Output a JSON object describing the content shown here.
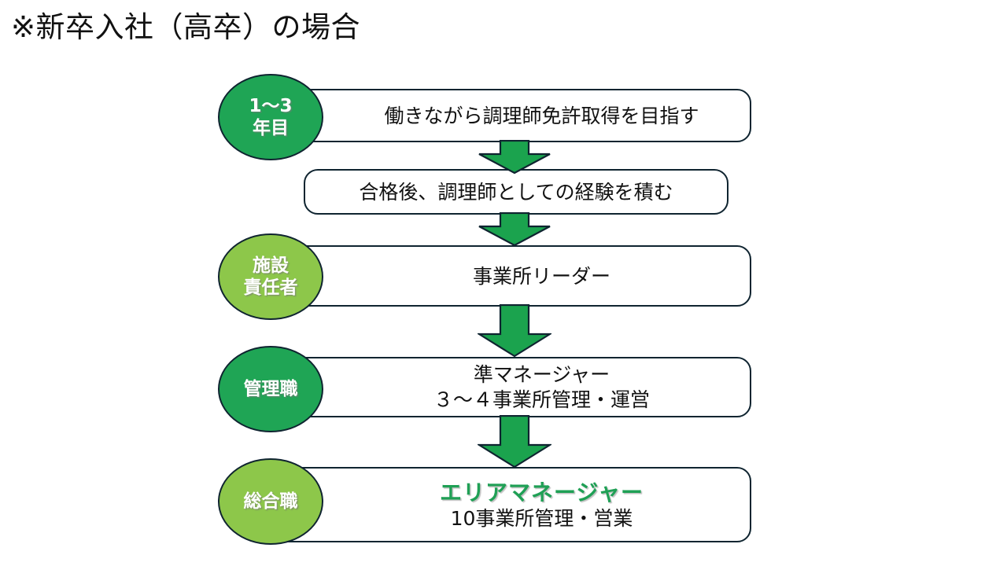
{
  "title": "※新卒入社（高卒）の場合",
  "colors": {
    "circle_dark_green": "#1fa555",
    "circle_light_green": "#8dc74a",
    "circle_outline": "#0f2430",
    "arrow_fill": "#1ba34e",
    "arrow_outline": "#0f2430",
    "box_outline": "#0f2430",
    "highlight_text": "#1fa055",
    "body_text": "#111111",
    "circle_text": "#ffffff",
    "background": "#ffffff"
  },
  "diagram": {
    "type": "vertical-flow",
    "steps": [
      {
        "id": "row1",
        "badge": {
          "present": true,
          "lines": [
            "1〜3",
            "年目"
          ],
          "fill": "#1fa555",
          "text_color": "#ffffff"
        },
        "box": {
          "lines": [
            "働きながら調理師免許取得を目指す"
          ],
          "highlight_first_line": false
        }
      },
      {
        "id": "row2",
        "badge": {
          "present": false,
          "lines": [],
          "fill": "",
          "text_color": ""
        },
        "box": {
          "lines": [
            "合格後、調理師としての経験を積む"
          ],
          "highlight_first_line": false
        }
      },
      {
        "id": "row3",
        "badge": {
          "present": true,
          "lines": [
            "施設",
            "責任者"
          ],
          "fill": "#8dc74a",
          "text_color": "#ffffff"
        },
        "box": {
          "lines": [
            "事業所リーダー"
          ],
          "highlight_first_line": false
        }
      },
      {
        "id": "row4",
        "badge": {
          "present": true,
          "lines": [
            "管理職"
          ],
          "fill": "#1fa555",
          "text_color": "#ffffff"
        },
        "box": {
          "lines": [
            "準マネージャー",
            "３〜４事業所管理・運営"
          ],
          "highlight_first_line": false
        }
      },
      {
        "id": "row5",
        "badge": {
          "present": true,
          "lines": [
            "総合職"
          ],
          "fill": "#8dc74a",
          "text_color": "#ffffff"
        },
        "box": {
          "lines": [
            "エリアマネージャー",
            "10事業所管理・営業"
          ],
          "highlight_first_line": true
        }
      }
    ],
    "arrows": [
      {
        "id": "arrow-1",
        "from": "row1",
        "to": "row2",
        "direction": "down"
      },
      {
        "id": "arrow-2",
        "from": "row2",
        "to": "row3",
        "direction": "down"
      },
      {
        "id": "arrow-3",
        "from": "row3",
        "to": "row4",
        "direction": "down"
      },
      {
        "id": "arrow-4",
        "from": "row4",
        "to": "row5",
        "direction": "down"
      }
    ]
  },
  "text": {
    "row1_badge_line1": "1〜3",
    "row1_badge_line2": "年目",
    "row1_box": "働きながら調理師免許取得を目指す",
    "row2_box": "合格後、調理師としての経験を積む",
    "row3_badge_line1": "施設",
    "row3_badge_line2": "責任者",
    "row3_box": "事業所リーダー",
    "row4_badge_line1": "管理職",
    "row4_box_line1": "準マネージャー",
    "row4_box_line2": "３〜４事業所管理・運営",
    "row5_badge_line1": "総合職",
    "row5_box_line1": "エリアマネージャー",
    "row5_box_line2": "10事業所管理・営業"
  }
}
